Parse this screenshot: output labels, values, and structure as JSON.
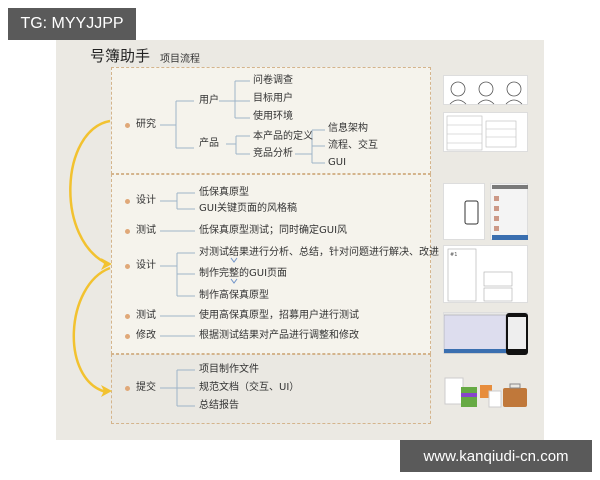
{
  "watermarks": {
    "top_left": "TG: MYYJJPP",
    "bottom_right": "www.kanqiudi-cn.com"
  },
  "header": {
    "title": "号簿助手",
    "subtitle": "项目流程"
  },
  "research": {
    "label": "研究",
    "user": {
      "label": "用户",
      "children": [
        "问卷调查",
        "目标用户",
        "使用环境"
      ]
    },
    "product": {
      "label": "产品",
      "children": [
        "本产品的定义",
        "竞品分析"
      ],
      "analysis_children": [
        "信息架构",
        "流程、交互",
        "GUI"
      ]
    }
  },
  "iteration": {
    "design1": {
      "label": "设计",
      "children": [
        "低保真原型",
        "GUI关键页面的风格稿"
      ]
    },
    "test1": {
      "label": "测试",
      "detail": "低保真原型测试；同时确定GUI风"
    },
    "design2": {
      "label": "设计",
      "children": [
        "对测试结果进行分析、总结，针对问题进行解决、改进",
        "制作完整的GUI页面",
        "制作高保真原型"
      ]
    },
    "test2": {
      "label": "测试",
      "detail": "使用高保真原型，招募用户进行测试"
    },
    "revise": {
      "label": "修改",
      "detail": "根据测试结果对产品进行调整和修改"
    }
  },
  "submit": {
    "label": "提交",
    "children": [
      "项目制作文件",
      "规范文档（交互、UI）",
      "总结报告"
    ]
  },
  "colors": {
    "arrow": "#f2c230",
    "branch_line": "#9fb4c8",
    "dot": "#e0a878",
    "panel_border": "#d4b48c"
  },
  "thumbnails": [
    "persona-sketches",
    "survey-tables",
    "low-fi-wireframe",
    "hi-fi-mockup",
    "style-guide-pages",
    "app-screens",
    "deliverable-file-icons"
  ]
}
